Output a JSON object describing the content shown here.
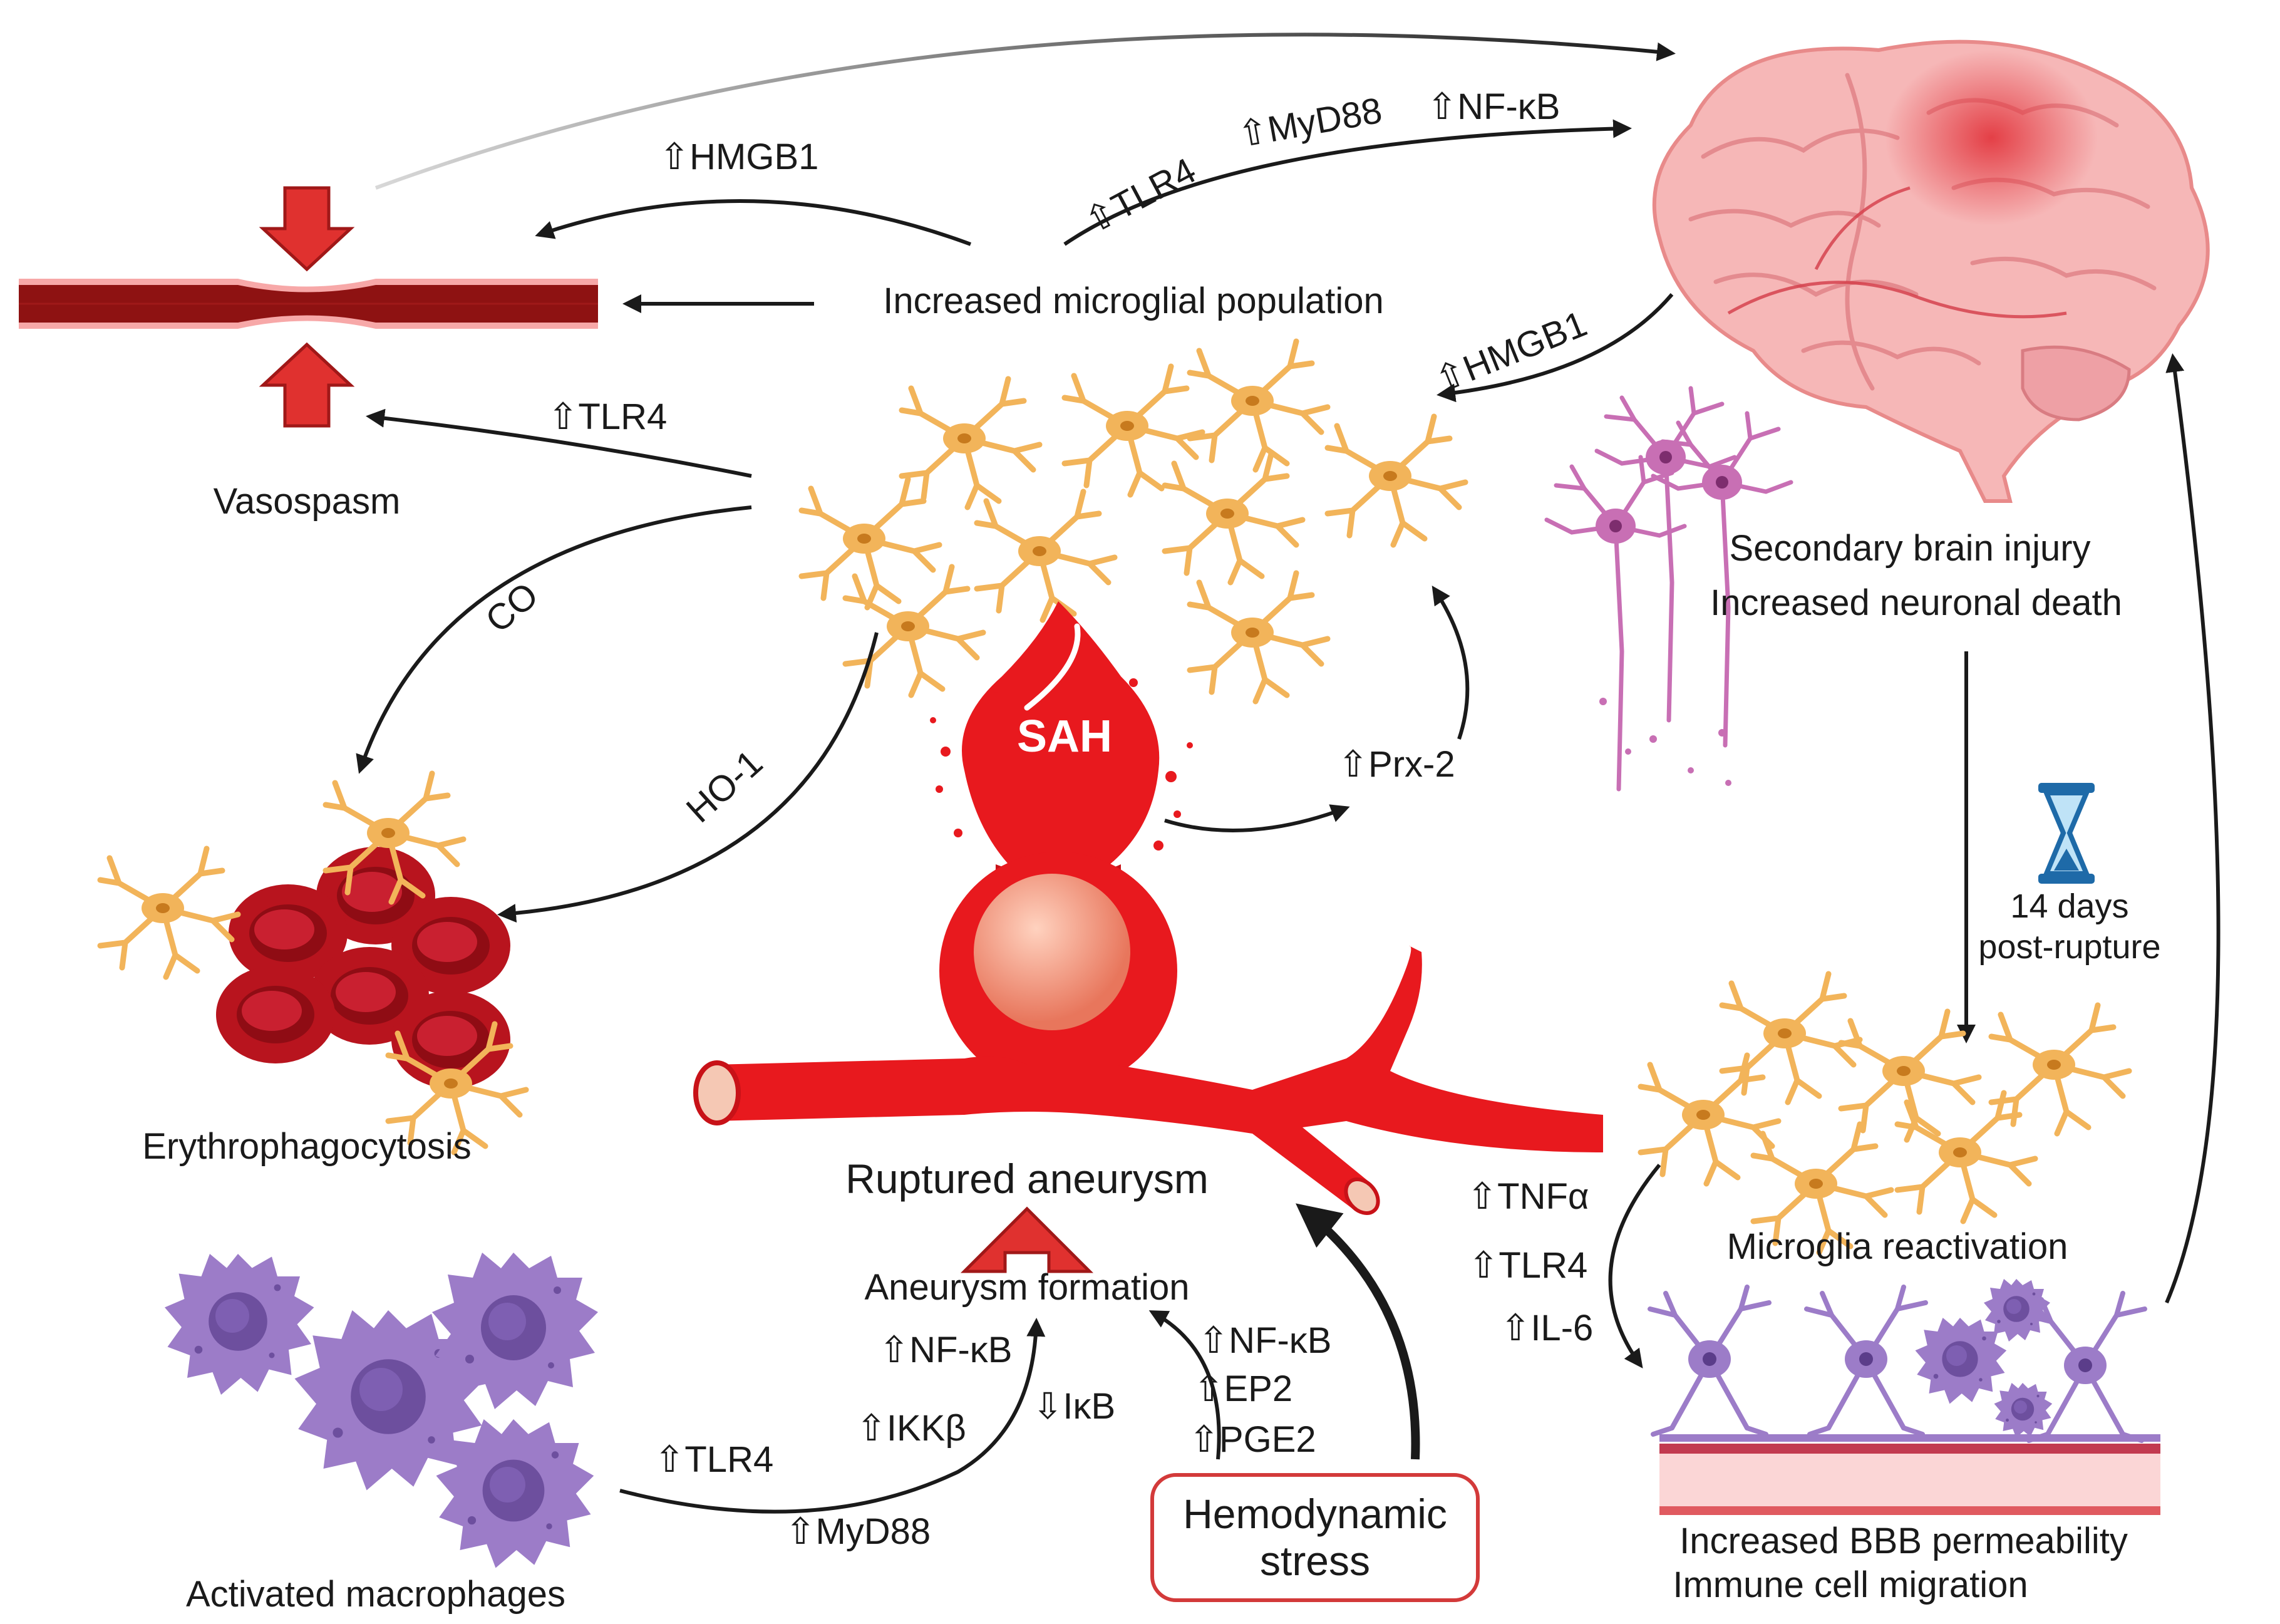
{
  "labels": {
    "vasospasm": "Vasospasm",
    "microglial_population": "Increased microglial population",
    "hmgb1_top": "⇧HMGB1",
    "tlr4_top": "⇧TLR4",
    "myd88_top": "⇧MyD88",
    "nfkb_top": "⇧NF-κB",
    "hmgb1_brain": "⇧HMGB1",
    "tlr4_vaso": "⇧TLR4",
    "co": "CO",
    "ho1": "HO-1",
    "sah": "SAH",
    "prx2": "⇧Prx-2",
    "secondary_injury": "Secondary brain injury",
    "neuronal_death": "Increased neuronal death",
    "erythrophagocytosis": "Erythrophagocytosis",
    "ruptured_aneurysm": "Ruptured aneurysm",
    "aneurysm_formation": "Aneurysm formation",
    "days_line1": "14 days",
    "days_line2": "post-rupture",
    "tnfa": "⇧TNFα",
    "tlr4_right": "⇧TLR4",
    "il6": "⇧IL-6",
    "microglia_reactivation": "Microglia reactivation",
    "bbb_permeability": "Increased BBB permeability",
    "immune_migration": "Immune cell migration",
    "nfkb_left": "⇧NF-κB",
    "ikkb": "⇧IKKβ",
    "ikb": "⇩IκB",
    "tlr4_macro": "⇧TLR4",
    "myd88_macro": "⇧MyD88",
    "activated_macrophages": "Activated macrophages",
    "nfkb_mid": "⇧NF-κB",
    "ep2": "⇧EP2",
    "pge2": "⇧PGE2",
    "hemo_line1": "Hemodynamic",
    "hemo_line2": "stress"
  },
  "colors": {
    "artery": "#e8191e",
    "vessel_dark": "#8e1212",
    "microglia": "#f2b45a",
    "neuron": "#c86fb4",
    "macrophage": "#9c7cc8",
    "rbc": "#c21a24",
    "brain": "#f6b7b7",
    "hourglass": "#1e6aa8"
  }
}
